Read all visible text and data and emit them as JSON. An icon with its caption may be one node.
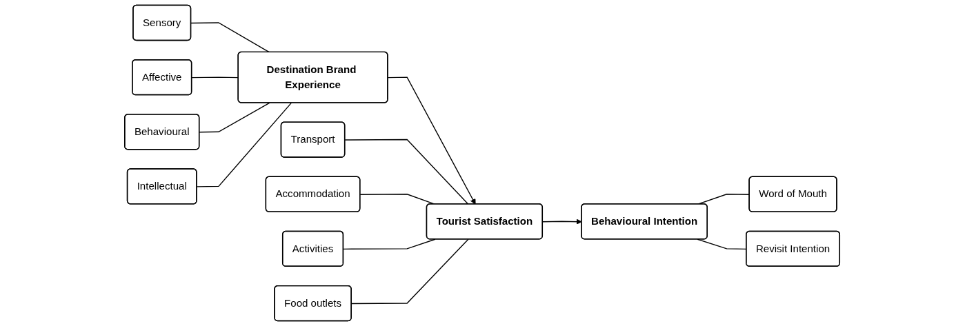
{
  "diagram": {
    "nodes": [
      {
        "text": [
          "Sensory"
        ]
      },
      {
        "text": [
          "Affective"
        ]
      },
      {
        "text": [
          "Behavioural"
        ]
      },
      {
        "text": [
          "Intellectual"
        ]
      },
      {
        "text": [
          "Destination Brand Experience"
        ]
      },
      {
        "text": [
          "Transport"
        ]
      },
      {
        "text": [
          "Accommodation"
        ]
      },
      {
        "text": [
          "Activities"
        ]
      },
      {
        "text": [
          "Food outlets"
        ]
      },
      {
        "text": [
          "Tourist Satisfaction"
        ]
      },
      {
        "text": [
          "Behavioural Intention"
        ]
      },
      {
        "text": [
          "Word of Mouth"
        ]
      },
      {
        "text": [
          "Revisit Intention"
        ]
      }
    ],
    "edges": [
      {
        "from": 0,
        "to": 4,
        "arrow": "none"
      },
      {
        "from": 1,
        "to": 4,
        "arrow": "none"
      },
      {
        "from": 2,
        "to": 4,
        "arrow": "none"
      },
      {
        "from": 3,
        "to": 4,
        "arrow": "none"
      },
      {
        "from": 4,
        "to": 9,
        "arrow": "to"
      },
      {
        "from": 5,
        "to": 9,
        "arrow": "none"
      },
      {
        "from": 6,
        "to": 9,
        "arrow": "none"
      },
      {
        "from": 7,
        "to": 9,
        "arrow": "none"
      },
      {
        "from": 8,
        "to": 9,
        "arrow": "none"
      },
      {
        "from": 9,
        "to": 10,
        "arrow": "to"
      },
      {
        "from": 10,
        "to": 11,
        "arrow": "none"
      },
      {
        "from": 10,
        "to": 12,
        "arrow": "none"
      }
    ]
  }
}
